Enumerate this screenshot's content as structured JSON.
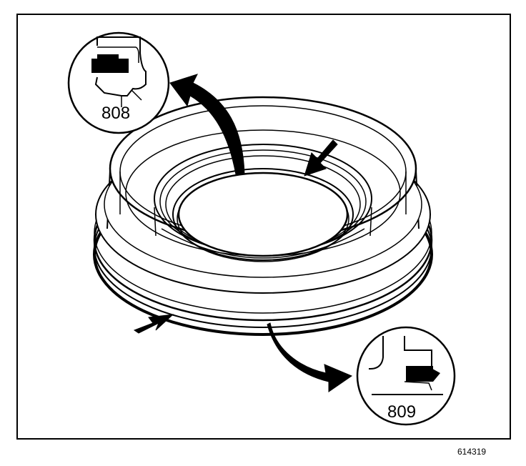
{
  "figure": {
    "detail_top_label": "808",
    "detail_bottom_label": "809",
    "reference_code": "614319"
  },
  "colors": {
    "ink": "#000000",
    "paper": "#ffffff"
  }
}
